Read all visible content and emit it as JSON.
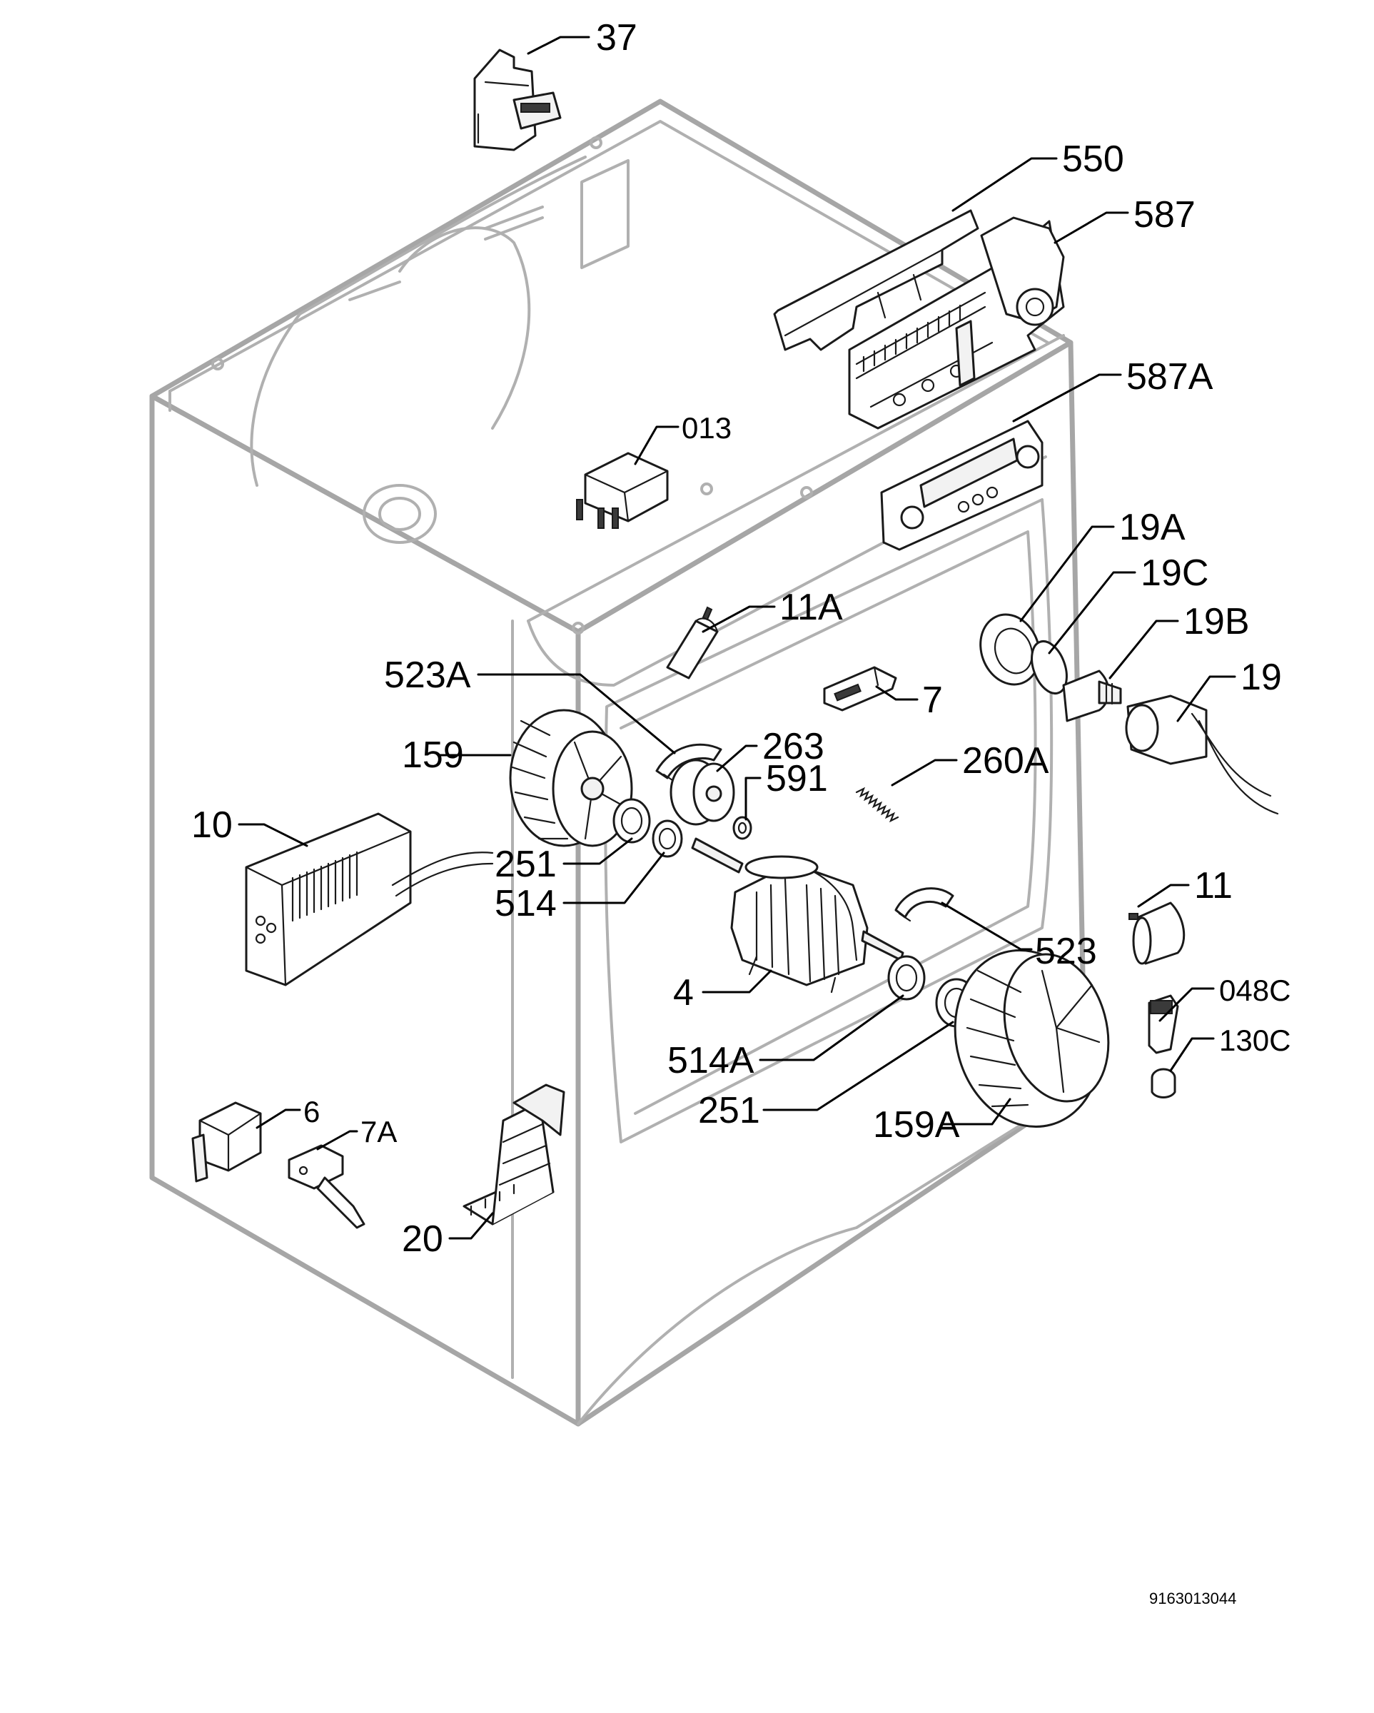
{
  "labels": {
    "p37": "37",
    "p550": "550",
    "p587": "587",
    "p587A": "587A",
    "p013": "013",
    "p19A": "19A",
    "p19C": "19C",
    "p19B": "19B",
    "p19": "19",
    "p11A": "11A",
    "p523A": "523A",
    "p7": "7",
    "p263": "263",
    "p159": "159",
    "p591": "591",
    "p260A": "260A",
    "p10": "10",
    "p251a": "251",
    "p514": "514",
    "p11": "11",
    "p523": "523",
    "p4": "4",
    "p048C": "048C",
    "p130C": "130C",
    "p514A": "514A",
    "p251b": "251",
    "p159A": "159A",
    "p6": "6",
    "p7A": "7A",
    "p20": "20"
  },
  "document_number": "9163013044"
}
